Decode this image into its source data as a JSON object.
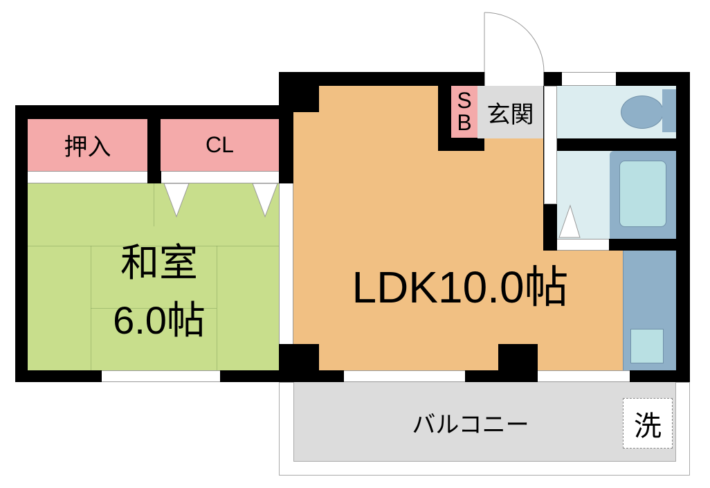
{
  "rooms": {
    "oshiire": "押入",
    "closet": "CL",
    "washitsu_name": "和室",
    "washitsu_size": "6.0帖",
    "ldk": "LDK10.0帖",
    "shoe_box": "SB",
    "shoe_box_s": "S",
    "shoe_box_b": "B",
    "genkan": "玄関",
    "balcony": "バルコニー",
    "washer": "洗"
  },
  "colors": {
    "closet": "#f4aaaa",
    "tatami": "#c8de8c",
    "ldk": "#f1c083",
    "genkan": "#dcdcdc",
    "wet_area": "#dcedf0",
    "fixture": "#8fb0c8",
    "tub_inner": "#b9e0e3",
    "balcony": "#dcdcdc"
  }
}
